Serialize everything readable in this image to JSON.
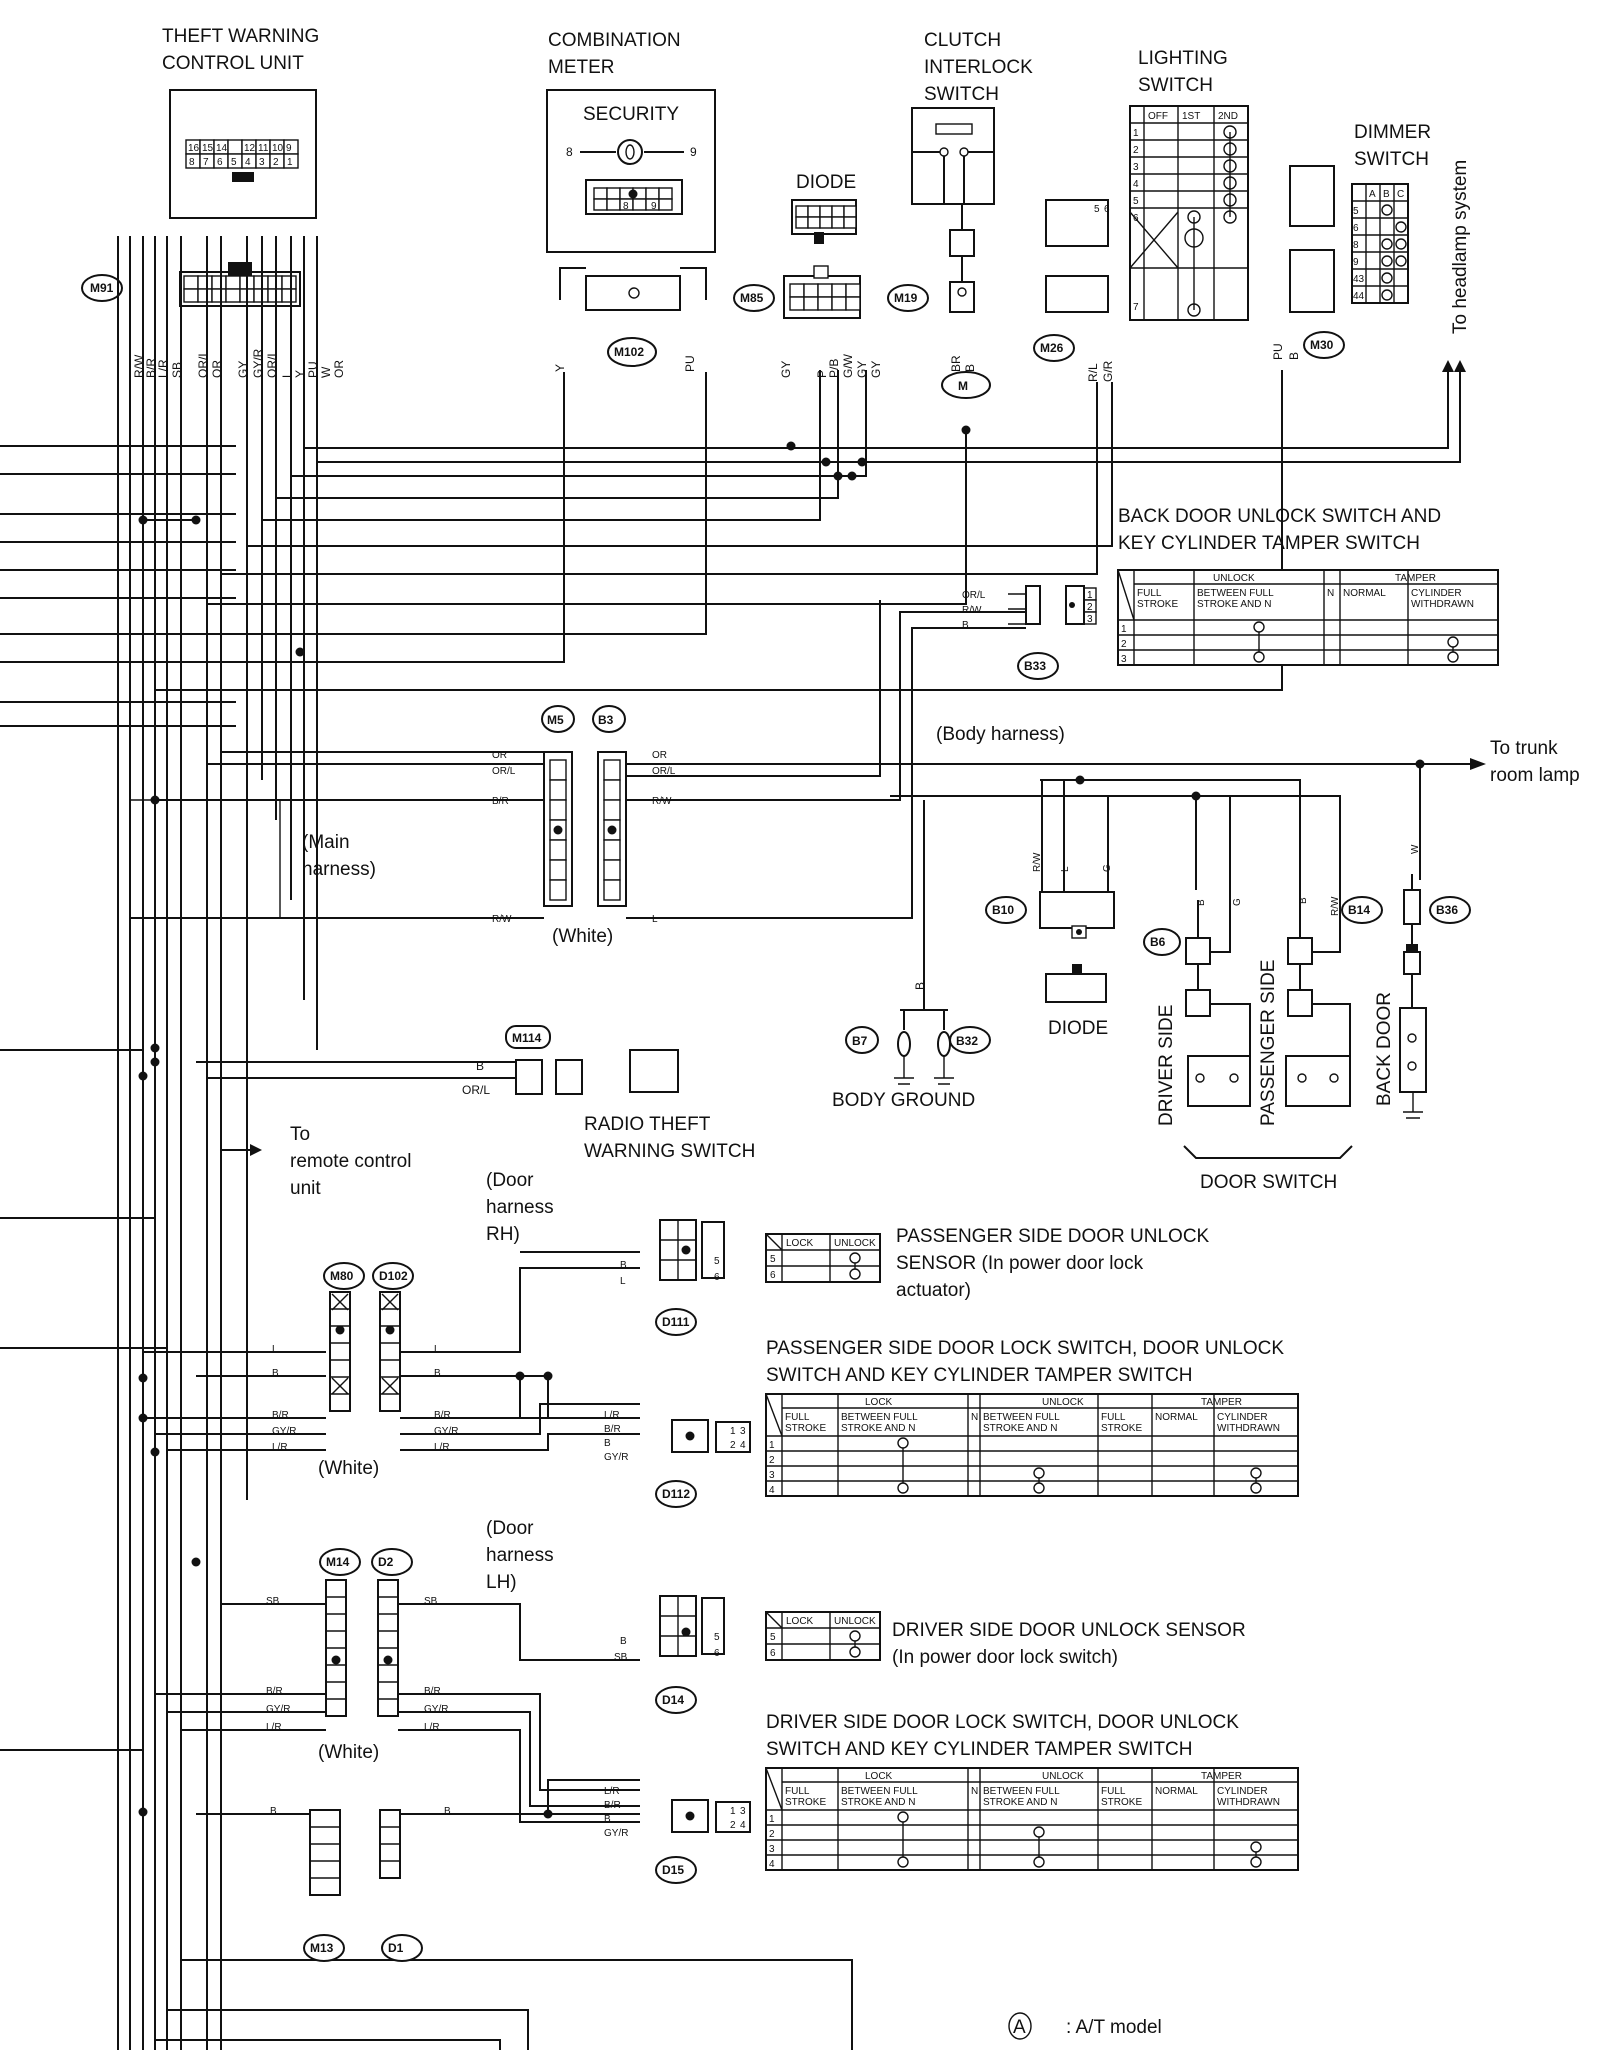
{
  "components": {
    "theft_warning_control_unit": "THEFT WARNING\nCONTROL UNIT",
    "combination_meter": "COMBINATION\nMETER",
    "security": "SECURITY",
    "diode_top": "DIODE",
    "clutch_interlock_switch": "CLUTCH\nINTERLOCK\nSWITCH",
    "lighting_switch": "LIGHTING\nSWITCH",
    "dimmer_switch": "DIMMER\nSWITCH",
    "to_headlamp_system": "To headlamp system",
    "back_door_unlock_switch": "BACK DOOR UNLOCK SWITCH AND\nKEY CYLINDER TAMPER SWITCH",
    "body_harness": "(Body harness)",
    "to_trunk_room_lamp": "To trunk\nroom lamp",
    "main_harness": "(Main\nharness)",
    "white_mid": "(White)",
    "diode_mid": "DIODE",
    "body_ground": "BODY GROUND",
    "radio_theft_warning_switch": "RADIO THEFT\nWARNING SWITCH",
    "to_remote_control_unit": "To\nremote control\nunit",
    "driver_side": "DRIVER SIDE",
    "passenger_side": "PASSENGER SIDE",
    "back_door": "BACK DOOR",
    "door_switch": "DOOR SWITCH",
    "door_harness_rh": "(Door\nharness\nRH)",
    "door_harness_lh": "(Door\nharness\nLH)",
    "pass_unlock_sensor": "PASSENGER SIDE DOOR UNLOCK\nSENSOR (In power door lock\nactuator)",
    "pass_lock_switch": "PASSENGER SIDE DOOR LOCK SWITCH, DOOR UNLOCK\nSWITCH AND KEY CYLINDER TAMPER SWITCH",
    "white_1": "(White)",
    "white_2": "(White)",
    "driver_unlock_sensor": "DRIVER SIDE DOOR UNLOCK SENSOR\n(In power door lock switch)",
    "driver_lock_switch": "DRIVER SIDE DOOR LOCK SWITCH, DOOR UNLOCK\nSWITCH AND KEY CYLINDER TAMPER SWITCH",
    "legend_symbol": "A",
    "legend_text": ": A/T model"
  },
  "connectors": {
    "M91": "M91",
    "M102": "M102",
    "M85": "M85",
    "M19": "M19",
    "M": "M",
    "M26": "M26",
    "M30": "M30",
    "B33": "B33",
    "M5": "M5",
    "B3": "B3",
    "B10": "B10",
    "B6": "B6",
    "B14": "B14",
    "B36": "B36",
    "B7": "B7",
    "B32": "B32",
    "M114": "M114",
    "M80": "M80",
    "D102": "D102",
    "D111": "D111",
    "D112": "D112",
    "M14": "M14",
    "D2": "D2",
    "D14": "D14",
    "D15": "D15",
    "M13": "M13",
    "D1": "D1"
  },
  "wire_colors": {
    "m91": [
      "R/W",
      "B/R",
      "L/R",
      "SB",
      "OR/L",
      "OR",
      "GY",
      "GY/R",
      "OR/L",
      "L",
      "Y",
      "PU",
      "W",
      "OR"
    ],
    "m102": [
      "Y",
      "PU"
    ],
    "m85": [
      "GY",
      "P",
      "P/B",
      "G/W",
      "GY",
      "GY"
    ],
    "m19": [
      "BR",
      "B"
    ],
    "m26": [
      "R/L",
      "G/R"
    ],
    "m30": [
      "PU",
      "B"
    ],
    "b33": [
      "OR/L",
      "R/W",
      "B"
    ],
    "m5_left": [
      "OR",
      "OR/L",
      "B/R",
      "R/W"
    ],
    "b3_right": [
      "OR",
      "OR/L",
      "R/W",
      "L"
    ],
    "b10": [
      "R/W",
      "L",
      "G"
    ],
    "b6": [
      "B",
      "G"
    ],
    "b14": [
      "B",
      "R/W"
    ],
    "b36": [
      "W"
    ],
    "ground": "B",
    "m114": [
      "B",
      "OR/L"
    ],
    "m80": [
      "L",
      "B",
      "B/R",
      "GY/R",
      "L/R"
    ],
    "d102": [
      "L",
      "B",
      "B/R",
      "GY/R",
      "L/R"
    ],
    "d111": [
      "B",
      "L"
    ],
    "d112": [
      "L/R",
      "B/R",
      "B",
      "GY/R"
    ],
    "m14": [
      "SB",
      "B/R",
      "GY/R",
      "L/R"
    ],
    "d2": [
      "SB",
      "B/R",
      "GY/R",
      "L/R"
    ],
    "d14": [
      "B",
      "SB"
    ],
    "d15": [
      "L/R",
      "B/R",
      "B",
      "GY/R"
    ],
    "m13": "B",
    "d1": "B"
  },
  "unit_pins": {
    "top": [
      "16",
      "15",
      "14",
      "",
      "12",
      "11",
      "10",
      "9"
    ],
    "bottom": [
      "8",
      "7",
      "6",
      "5",
      "4",
      "3",
      "2",
      "1"
    ]
  },
  "security_pins": [
    "8",
    "9"
  ],
  "lighting_table": {
    "headers": [
      "OFF",
      "1ST",
      "2ND"
    ],
    "rows": [
      "1",
      "2",
      "3",
      "4",
      "5",
      "6",
      "",
      "7"
    ]
  },
  "dimmer_table": {
    "headers": [
      "A",
      "B",
      "C"
    ],
    "rows": [
      "5",
      "6",
      "8",
      "9",
      "43",
      "44"
    ]
  },
  "connector_pins": {
    "b33": [
      "1",
      "2",
      "3"
    ],
    "sensor": [
      "5",
      "6"
    ],
    "switch4": [
      "1",
      "3",
      "2",
      "4"
    ],
    "m26": [
      "5",
      "6"
    ]
  },
  "back_door_table": {
    "groups": [
      "UNLOCK",
      "TAMPER"
    ],
    "cols": [
      "FULL\nSTROKE",
      "BETWEEN FULL\nSTROKE AND N",
      "N",
      "NORMAL",
      "CYLINDER\nWITHDRAWN"
    ],
    "rows": [
      "1",
      "2",
      "3"
    ]
  },
  "sensor_table": {
    "cols": [
      "LOCK",
      "UNLOCK"
    ],
    "rows": [
      "5",
      "6"
    ]
  },
  "switch_table": {
    "groups": [
      "LOCK",
      "UNLOCK",
      "TAMPER"
    ],
    "cols": [
      "FULL\nSTROKE",
      "BETWEEN FULL\nSTROKE AND N",
      "N",
      "BETWEEN FULL\nSTROKE AND N",
      "FULL\nSTROKE",
      "NORMAL",
      "CYLINDER\nWITHDRAWN"
    ],
    "rows": [
      "1",
      "2",
      "3",
      "4"
    ]
  }
}
